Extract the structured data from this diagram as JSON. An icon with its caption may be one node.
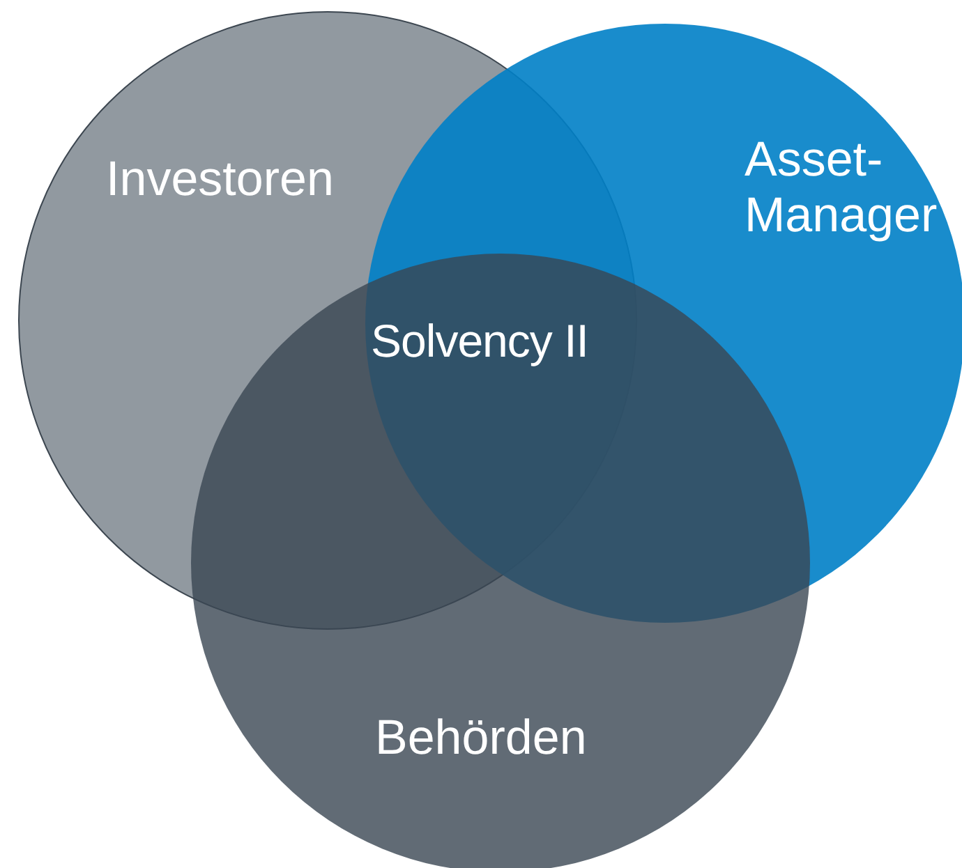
{
  "diagram": {
    "nodes": [
      {
        "text": [
          "Investoren"
        ]
      },
      {
        "text": [
          "Asset-Manager"
        ]
      },
      {
        "text": [
          "Behörden"
        ]
      }
    ],
    "labels": [
      "Solvency II"
    ]
  }
}
